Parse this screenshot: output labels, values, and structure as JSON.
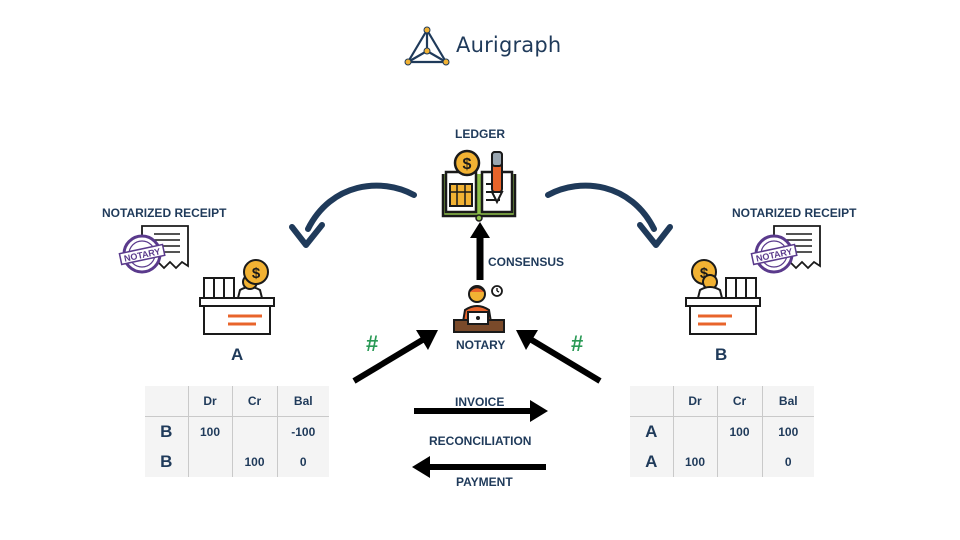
{
  "logo": {
    "text": "Aurigraph"
  },
  "labels": {
    "ledger": "LEDGER",
    "consensus": "CONSENSUS",
    "notary": "NOTARY",
    "receipt_left": "NOTARIZED RECEIPT",
    "receipt_right": "NOTARIZED RECEIPT",
    "party_a": "A",
    "party_b": "B",
    "hash_left": "#",
    "hash_right": "#",
    "invoice": "INVOICE",
    "reconciliation": "RECONCILIATION",
    "payment": "PAYMENT",
    "stamp_text": "NOTARY"
  },
  "table_left": {
    "headers": [
      "",
      "Dr",
      "Cr",
      "Bal"
    ],
    "rows": [
      [
        "B",
        "100",
        "",
        "-100"
      ],
      [
        "B",
        "",
        "100",
        "0"
      ]
    ]
  },
  "table_right": {
    "headers": [
      "",
      "Dr",
      "Cr",
      "Bal"
    ],
    "rows": [
      [
        "A",
        "",
        "100",
        "100"
      ],
      [
        "A",
        "100",
        "",
        "0"
      ]
    ]
  },
  "colors": {
    "navy": "#1f3a5a",
    "green": "#2a9a56",
    "gold": "#f2b233",
    "orange": "#e8642b",
    "stamp": "#5a3a8c"
  }
}
